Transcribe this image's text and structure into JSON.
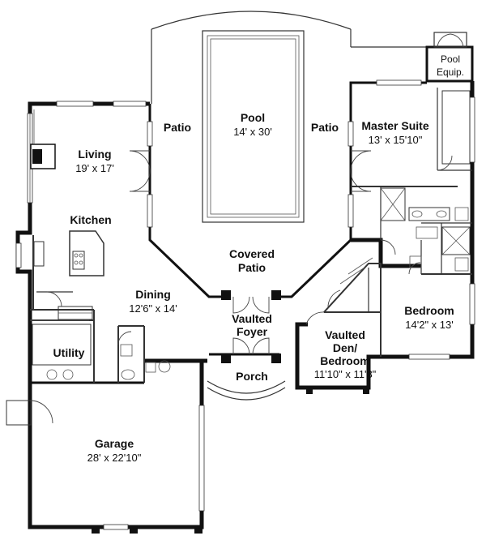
{
  "rooms": {
    "pool": {
      "name": "Pool",
      "dim": "14' x 30'"
    },
    "patio_left": {
      "name": "Patio"
    },
    "patio_right": {
      "name": "Patio"
    },
    "pool_equip": {
      "line1": "Pool",
      "line2": "Equip."
    },
    "master": {
      "name": "Master Suite",
      "dim": "13' x 15'10\""
    },
    "living": {
      "name": "Living",
      "dim": "19' x 17'"
    },
    "kitchen": {
      "name": "Kitchen"
    },
    "covered_patio": {
      "line1": "Covered",
      "line2": "Patio"
    },
    "dining": {
      "name": "Dining",
      "dim": "12'6\" x 14'"
    },
    "foyer": {
      "line1": "Vaulted",
      "line2": "Foyer"
    },
    "bedroom": {
      "name": "Bedroom",
      "dim": "14'2\" x 13'"
    },
    "den": {
      "line1": "Vaulted",
      "line2": "Den/",
      "line3": "Bedroom",
      "dim": "11'10\" x 11'8\""
    },
    "utility": {
      "name": "Utility"
    },
    "porch": {
      "name": "Porch"
    },
    "garage": {
      "name": "Garage",
      "dim": "28' x 22'10\""
    }
  }
}
